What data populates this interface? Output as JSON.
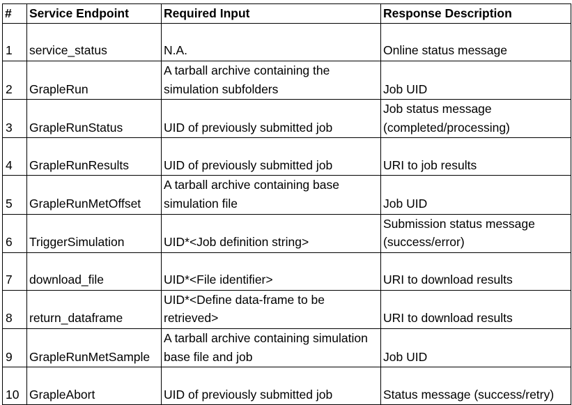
{
  "table": {
    "headers": [
      "#",
      "Service Endpoint",
      "Required Input",
      "Response Description"
    ],
    "rows": [
      {
        "num": "1",
        "endpoint": "service_status",
        "input": "N.A.",
        "response": "Online status message"
      },
      {
        "num": "2",
        "endpoint": "GrapleRun",
        "input": "A tarball archive containing the simulation subfolders",
        "response": "Job UID"
      },
      {
        "num": "3",
        "endpoint": "GrapleRunStatus",
        "input": "UID of previously submitted job",
        "response": "Job status message (completed/processing)"
      },
      {
        "num": "4",
        "endpoint": "GrapleRunResults",
        "input": "UID of previously submitted job",
        "response": "URI to job results"
      },
      {
        "num": "5",
        "endpoint": "GrapleRunMetOffset",
        "input": "A tarball archive containing base simulation file",
        "response": "Job UID"
      },
      {
        "num": "6",
        "endpoint": "TriggerSimulation",
        "input": "UID*<Job definition string>",
        "response": "Submission status message (success/error)"
      },
      {
        "num": "7",
        "endpoint": "download_file",
        "input": "UID*<File identifier>",
        "response": "URI to download results"
      },
      {
        "num": "8",
        "endpoint": "return_dataframe",
        "input": "UID*<Define data-frame to be retrieved>",
        "response": "URI to download results"
      },
      {
        "num": "9",
        "endpoint": "GrapleRunMetSample",
        "input": "A tarball archive containing simulation base file and job",
        "response": "Job UID"
      },
      {
        "num": "10",
        "endpoint": "GrapleAbort",
        "input": "UID of previously submitted job",
        "response": "Status message (success/retry)"
      }
    ]
  }
}
